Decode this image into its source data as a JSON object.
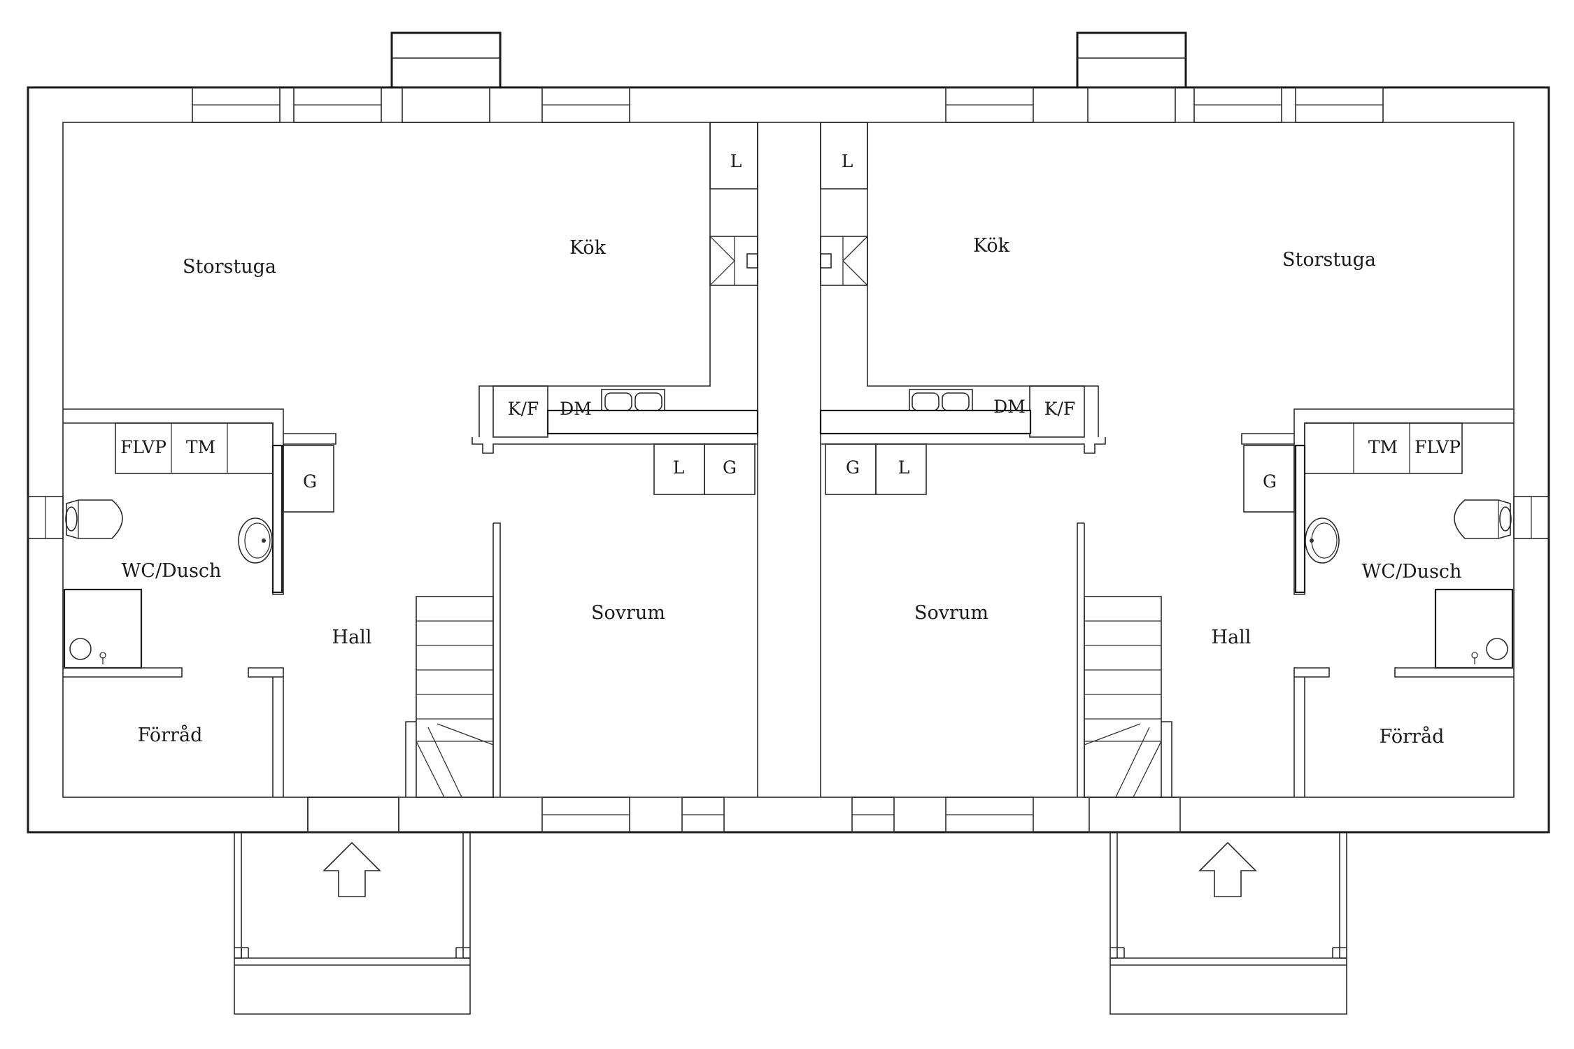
{
  "left_unit": {
    "rooms": {
      "storstuga": "Storstuga",
      "kok": "Kök",
      "wc": "WC/Dusch",
      "hall": "Hall",
      "sovrum": "Sovrum",
      "forrad": "Förråd"
    },
    "appliances": {
      "l_top": "L",
      "kf": "K/F",
      "dm": "DM",
      "l_bed": "L",
      "g_bed": "G",
      "flvp": "FLVP",
      "tm": "TM",
      "g_hall": "G"
    }
  },
  "right_unit": {
    "rooms": {
      "storstuga": "Storstuga",
      "kok": "Kök",
      "wc": "WC/Dusch",
      "hall": "Hall",
      "sovrum": "Sovrum",
      "forrad": "Förråd"
    },
    "appliances": {
      "l_top": "L",
      "kf": "K/F",
      "dm": "DM",
      "l_bed": "L",
      "g_bed": "G",
      "flvp": "FLVP",
      "tm": "TM",
      "g_hall": "G"
    }
  }
}
